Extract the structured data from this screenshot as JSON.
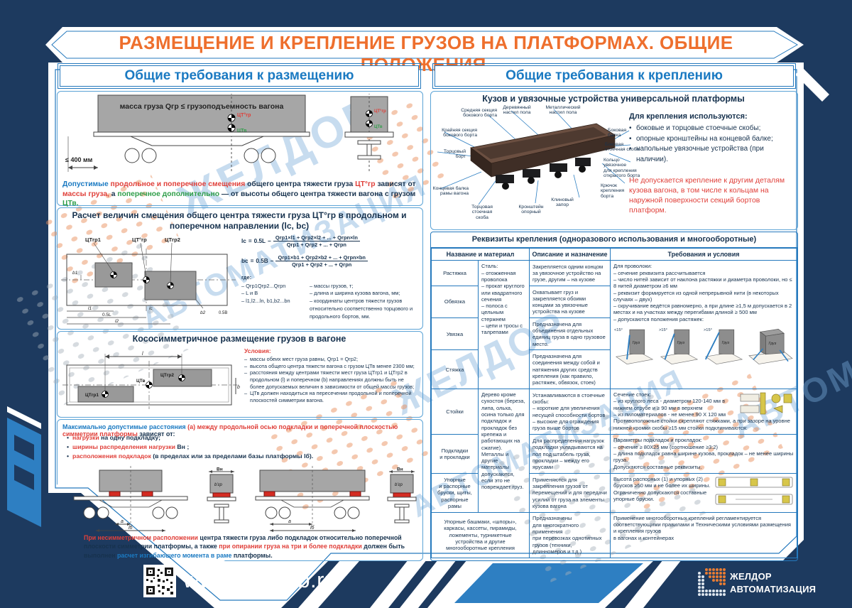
{
  "title": "РАЗМЕЩЕНИЕ И КРЕПЛЕНИЕ ГРУЗОВ НА ПЛАТФОРМАХ. ОБЩИЕ ПОЛОЖЕНИЯ.",
  "colors": {
    "navy": "#1d3a5f",
    "blue": "#2579bd",
    "lightblue": "#2e7fc2",
    "orange": "#ee6f2d",
    "red": "#e0403a",
    "green": "#2f9e49"
  },
  "watermark": {
    "w1": "ЖЕЛДОР",
    "w2": "АВТОМАТИЗАЦИЯ"
  },
  "left": {
    "header": "Общие требования к размещению",
    "block1": {
      "cargo_label": "масса груза Qгр ≤ грузоподъемность вагона",
      "dim_label": "≤ 400 мм",
      "ct_cargo": "ЦТ°гр",
      "ct_wagon": "ЦТв",
      "caption": [
        {
          "t": "Допустимые ",
          "c": "blue"
        },
        {
          "t": "продольное и поперечное смещения ",
          "c": "red"
        },
        {
          "t": "общего центра тяжести груза ",
          "c": "navy"
        },
        {
          "t": "ЦТ°гр",
          "c": "red"
        },
        {
          "t": " зависят от ",
          "c": "navy"
        },
        {
          "t": "массы груза,",
          "c": "red"
        },
        {
          "t": " а ",
          "c": "navy"
        },
        {
          "t": "поперечное дополнительно",
          "c": "green"
        },
        {
          "t": " — от высоты общего центра тяжести вагона с грузом ",
          "c": "navy"
        },
        {
          "t": "ЦТв.",
          "c": "green"
        }
      ]
    },
    "block2": {
      "title": "Расчет величин смещения общего центра тяжести груза ЦТ°гр в продольном и поперечном направлении (lс, bс)",
      "f1_lhs": "lс",
      "f1_eq": "=",
      "f1_pre": "0.5L",
      "f1_minus": "−",
      "f1_num": "Qгр1×l1 + Qгр2×l2 + ... + Qгрn×ln",
      "f1_den": "Qгр1 + Qгр2 + ... + Qгрn",
      "f2_lhs": "bс",
      "f2_eq": "=",
      "f2_pre": "0.5B",
      "f2_minus": "−",
      "f2_num": "Qгр1×b1 + Qгр2×b2 + ... + Qгрn×bn",
      "f2_den": "Qгр1 + Qгр2 + ... + Qгрn",
      "where_label": "где:",
      "where": [
        {
          "sym": "– Qгр1Qгр2...Qгрn",
          "def": "– массы грузов, т;"
        },
        {
          "sym": "– L и B",
          "def": "– длина и ширина кузова вагона, мм;"
        },
        {
          "sym": "– l1,l2...ln, b1,b2...bn",
          "def": "– координаты центров тяжести грузов относительно соответственно торцового и продольного бортов, мм."
        }
      ],
      "labels": {
        "ct1": "ЦТгр1",
        "ct0": "ЦТ°гр",
        "ct2": "ЦТгр2",
        "b1": "b1",
        "b2": "b2",
        "hb": "0.5B",
        "hl": "0.5L",
        "l1": "l1",
        "lc": "lс",
        "l2": "l2"
      }
    },
    "block3": {
      "title": "Кососимметричное размещение грузов в вагоне",
      "cond_label": "Условия:",
      "conditions": [
        "массы обеих мест груза равны, Qгр1 = Qгр2;",
        "высота общего центра тяжести вагона с грузом ЦТв менее 2300 мм;",
        "расстояния между центрами тяжести мест груза ЦТгр1 и ЦТгр2 в продольном (l) и поперечном (b) направлениях должны быть не более допускаемых величин в зависимости от общей массы грузов;",
        "ЦТв должен находиться на пересечении продольной и поперечной плоскостей симметрии вагона."
      ],
      "labels": {
        "ct1": "ЦТгр1",
        "ctv": "ЦТв",
        "ct2": "ЦТгр2",
        "l": "l",
        "b": "b"
      }
    },
    "block4": {
      "intro": [
        {
          "t": "Максимально допустимые расстояния ",
          "c": "blue"
        },
        {
          "t": "(а) между продольной осью подкладки и поперечной плоскостью симметрии платформы ",
          "c": "red"
        },
        {
          "t": "зависят от:",
          "c": "navy"
        }
      ],
      "bullet1": [
        {
          "t": "нагрузки ",
          "c": "red"
        },
        {
          "t": "на одну подкладку;",
          "c": "navy"
        }
      ],
      "bullet2": [
        {
          "t": "ширины распределения нагрузки ",
          "c": "red"
        },
        {
          "t": "Bн ;",
          "c": "navy"
        }
      ],
      "bullet3": [
        {
          "t": "расположения подкладок ",
          "c": "red"
        },
        {
          "t": "(в пределах или за пределами базы платформы lб).",
          "c": "navy"
        }
      ],
      "labels": {
        "bn": "Bн",
        "bgr": "b'гр",
        "a": "а",
        "lb": "lб"
      },
      "caption": [
        {
          "t": "При несимметричном расположении ",
          "c": "red"
        },
        {
          "t": "центра тяжести груза либо подкладок относительно поперечной плоскости симметрии платформы, а также ",
          "c": "navy"
        },
        {
          "t": "при опирании груза на три и более подкладки ",
          "c": "red"
        },
        {
          "t": "должен быть выполнен ",
          "c": "navy"
        },
        {
          "t": "расчет изгибающего момента в раме ",
          "c": "blue"
        },
        {
          "t": "платформы.",
          "c": "navy"
        }
      ]
    }
  },
  "right": {
    "header": "Общие требования к креплению",
    "block1": {
      "title": "Кузов и увязочные устройства универсальной платформы",
      "callouts": [
        "Средняя секция\nбокового борта",
        "Деревянный\nнастил пола",
        "Металлический\nнастил пола",
        "Крайняя секция\nбокового борта",
        "Торцовый\nборт",
        "Боковая\nбалка",
        "Боковая\nстоечная скоба",
        "Кольцо\nувязочное\nдля крепления\nоткрытого борта",
        "Крючок\nкрепления\nборта",
        "Клиновый\nзапор",
        "Кронштейн\nопорный",
        "Торцовая\nстоечная\nскоба",
        "Концевая балка\nрамы вагона"
      ],
      "uses_title": "Для крепления используются:",
      "uses": [
        "боковые и торцовые стоечные скобы;",
        "опорные кронштейны на концевой балке;",
        "напольные увязочные устройства (при наличии)."
      ],
      "warning": "Не допускается крепление к другим деталям кузова вагона, в том числе к кольцам на наружной поверхности секций бортов платформ."
    },
    "table": {
      "title": "Реквизиты крепления (одноразового использования и  многооборотные)",
      "headers": [
        "Название и материал",
        "Описание и назначение",
        "Требования и условия"
      ],
      "steel": "Сталь:\n– отожженная проволока\n– прокат круглого или квадратного сечения\n– полоса с цельным стержнем\n– цепи и тросы с талрепами",
      "wood": "Дерево кроме сухостоя (береза, липа, ольха, осина только для подкладок и прокладок без крепежа и работающих на сжатие).\nМеталлы и другие материалы допускаются, если это не повреждает груз.",
      "gruz": "Груз",
      "angles": [
        "<15°",
        ">15°",
        ">15°"
      ],
      "rows": {
        "rastyazhka": {
          "name": "Растяжка",
          "desc": "Закрепляется одним концом за увязочное устройство на грузе, другим – на кузове"
        },
        "obvyazka": {
          "name": "Обвязка",
          "desc": "Охватывает груз и закрепляется обоими концами за увязочные устройства на кузове"
        },
        "uvyazka": {
          "name": "Увязка",
          "desc": "Предназначена для объединения отдельных единиц груза в одно грузовое место."
        },
        "styazhka": {
          "name": "Стяжка",
          "desc": "Предназначена для соединения между собой и натяжения других средств крепления (как правило, растяжек, обвязок, стоек)"
        }
      },
      "wire_req": "Для проволоки:\n– сечение реквизита рассчитывается\n– число нитей зависит от наклона растяжки и диаметра проволоки, но ≤ 8 нитей диаметром ≥6 мм\n– реквизит формируется из одной непрерывной нити (в некоторых случаях – двух)\n– скручивание ведётся равномерно, а при длине ≥1,5 м допускается в 2 местах и на участках между перегибами длиной ≥ 500 мм\n– допускаются положения растяжек:",
      "stoyki": {
        "name": "Стойки",
        "desc": "Устанавливаются в стоечные скобы:\n– короткие для увеличения несущей способности бортов\n– высокие для ограждения груза выше  бортов",
        "req": "Сечение стоек:\n– из круглого леса - диаметром 120-140 мм в нижнем отрубе и ≥ 90 мм в верхнем\n– из пиломатериалов - не менее 90 X 120 мм\nПротивоположные стойки скрепляют стяжками, а при зазоре на уровне нижней кромки скобы ≥15 мм стойки подклиниваются:"
      },
      "podkladki": {
        "name": "Подкладки\nи прокладки",
        "desc": "Для распределения нагрузок подкладки укладываются на пол под штабель груза, прокладки – между его ярусами",
        "req": "Параметры подкладок и прокладок:\n– сечение ≥ 80X25 мм (соотношение ≥3:2)\n– длина подкладок равна ширине кузова, прокладок – не менее ширины груза.\nДопускаются составные реквизиты."
      },
      "upornye": {
        "name": "Упорные\nи распорные\nбруски, щиты,\nраспорные рамы",
        "desc": "Применяются для закрепления грузов от перемещений и для передачи усилий от груза на элементы кузова вагона",
        "req": "Высота распорных (1) и упорных (2) брусков ≥50 мм и не более их ширины.\nОграниченно допускаются составные упорные бруски."
      },
      "mnogooborotnye": {
        "name": "Упорные башмаки, «шпоры», каркасы, кассеты, пирамиды, ложементы, турникетные устройства и другие многооборотные крепления",
        "desc": "Предназначены\nдля многократного применения\nпри перевозках однотипных грузов (техники,\nдлинномеров и т.д.)",
        "req": "Применение многооборотных креплений регламентируется соответствующими правилами и Техническими условиями размещения и крепления грузов\nв вагонах и контейнерах"
      }
    }
  },
  "footer": {
    "url": "www.zdaspb.ru",
    "logo1": "ЖЕЛДОР",
    "logo2": "АВТОМАТИЗАЦИЯ"
  }
}
